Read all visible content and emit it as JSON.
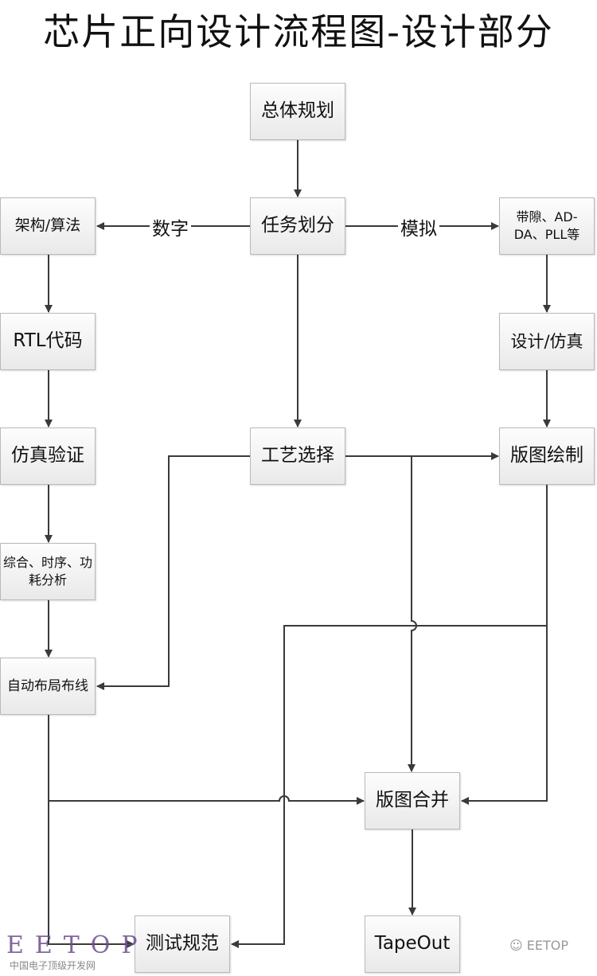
{
  "title": "芯片正向设计流程图-设计部分",
  "nodes": {
    "overall": "总体规划",
    "task": "任务划分",
    "arch": "架构/算法",
    "analog": "带隙、AD-DA、PLL等",
    "rtl": "RTL代码",
    "design_sim": "设计/仿真",
    "sim_verify": "仿真验证",
    "process": "工艺选择",
    "layout_draw": "版图绘制",
    "synthesis": "综合、时序、功耗分析",
    "pnr": "自动布局布线",
    "layout_merge": "版图合并",
    "test_spec": "测试规范",
    "tapeout": "TapeOut"
  },
  "edge_labels": {
    "digital": "数字",
    "analog": "模拟"
  },
  "watermark": {
    "left_logo": "EETOP",
    "left_sub": "中国电子顶级开发网",
    "right": "EETOP"
  },
  "colors": {
    "line": "#3a3a3a",
    "box_border": "#b9b9b9",
    "logo": "#6a4c8c"
  }
}
